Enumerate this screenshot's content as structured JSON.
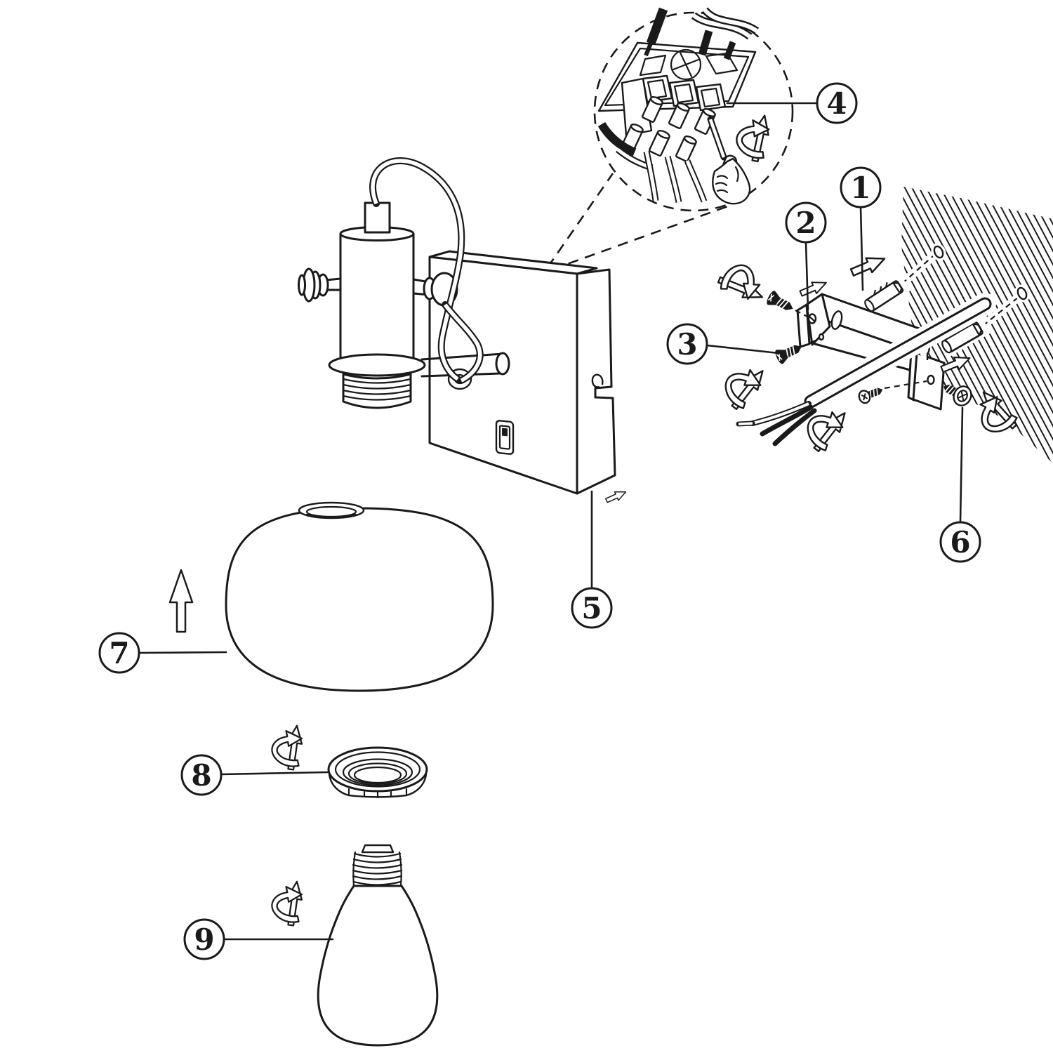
{
  "diagram": {
    "title": "wall-lamp-assembly-instruction-diagram",
    "background_color": "#ffffff",
    "line_color": "#1a1a1a",
    "callouts": [
      {
        "label": "1",
        "part": "wall-anchor"
      },
      {
        "label": "2",
        "part": "mounting-bracket"
      },
      {
        "label": "3",
        "part": "bracket-screw"
      },
      {
        "label": "4",
        "part": "terminal-block-wiring"
      },
      {
        "label": "5",
        "part": "wall-plate"
      },
      {
        "label": "6",
        "part": "fixing-screw"
      },
      {
        "label": "7",
        "part": "glass-shade"
      },
      {
        "label": "8",
        "part": "shade-retaining-ring"
      },
      {
        "label": "9",
        "part": "light-bulb"
      }
    ]
  }
}
